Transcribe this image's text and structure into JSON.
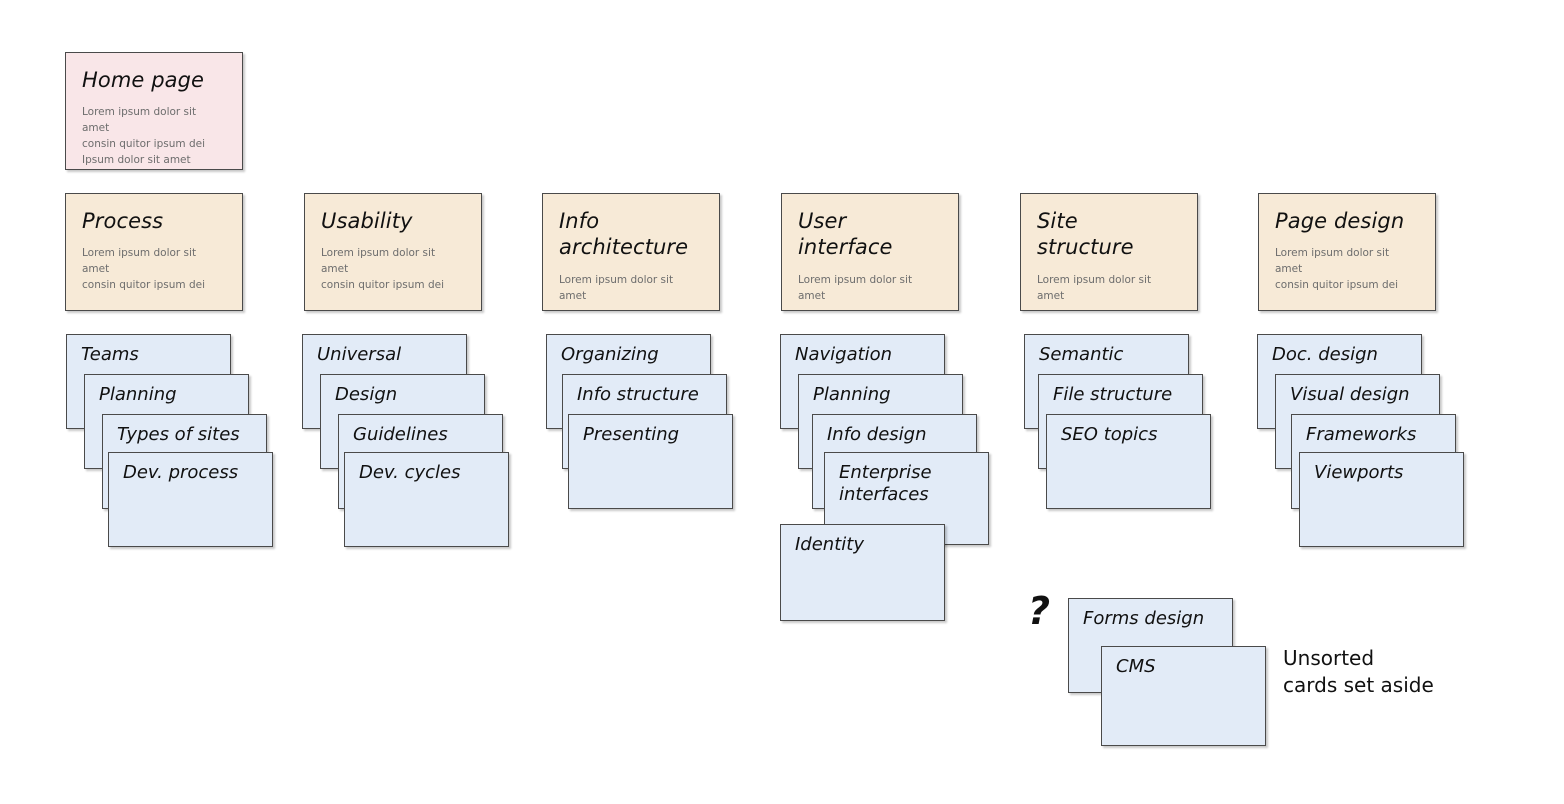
{
  "home": {
    "title": "Home page",
    "lorem": "Lorem ipsum dolor sit amet\nconsin quitor ipsum dei\nIpsum dolor sit amet"
  },
  "categories": [
    {
      "title": "Process",
      "lorem": "Lorem ipsum dolor sit amet\nconsin quitor ipsum dei"
    },
    {
      "title": "Usability",
      "lorem": "Lorem ipsum dolor sit amet\nconsin quitor ipsum dei"
    },
    {
      "title": "Info\narchitecture",
      "lorem": "Lorem ipsum dolor sit amet"
    },
    {
      "title": "User\ninterface",
      "lorem": "Lorem ipsum dolor sit amet"
    },
    {
      "title": "Site\nstructure",
      "lorem": "Lorem ipsum dolor sit amet"
    },
    {
      "title": "Page design",
      "lorem": "Lorem ipsum dolor sit amet\nconsin quitor ipsum dei"
    }
  ],
  "stacks": [
    {
      "column": "Process",
      "cards": [
        "Teams",
        "Planning",
        "Types of sites",
        "Dev. process"
      ]
    },
    {
      "column": "Usability",
      "cards": [
        "Universal",
        "Design",
        "Guidelines",
        "Dev. cycles"
      ]
    },
    {
      "column": "Info architecture",
      "cards": [
        "Organizing",
        "Info structure",
        "Presenting"
      ]
    },
    {
      "column": "User interface",
      "cards": [
        "Navigation",
        "Planning",
        "Info design",
        "Enterprise\ninterfaces",
        "Identity"
      ]
    },
    {
      "column": "Site structure",
      "cards": [
        "Semantic",
        "File structure",
        "SEO topics"
      ]
    },
    {
      "column": "Page design",
      "cards": [
        "Doc. design",
        "Visual design",
        "Frameworks",
        "Viewports"
      ]
    }
  ],
  "unsorted": {
    "marker": "?",
    "cards": [
      "Forms design",
      "CMS"
    ],
    "note": "Unsorted\ncards set aside"
  },
  "colors": {
    "home_card": "#f9e6e8",
    "category_card": "#f7ead7",
    "topic_card": "#e2ebf7",
    "card_border": "#4a4a4a",
    "text": "#111111",
    "lorem_text": "#6d6d6d",
    "background": "#ffffff"
  }
}
